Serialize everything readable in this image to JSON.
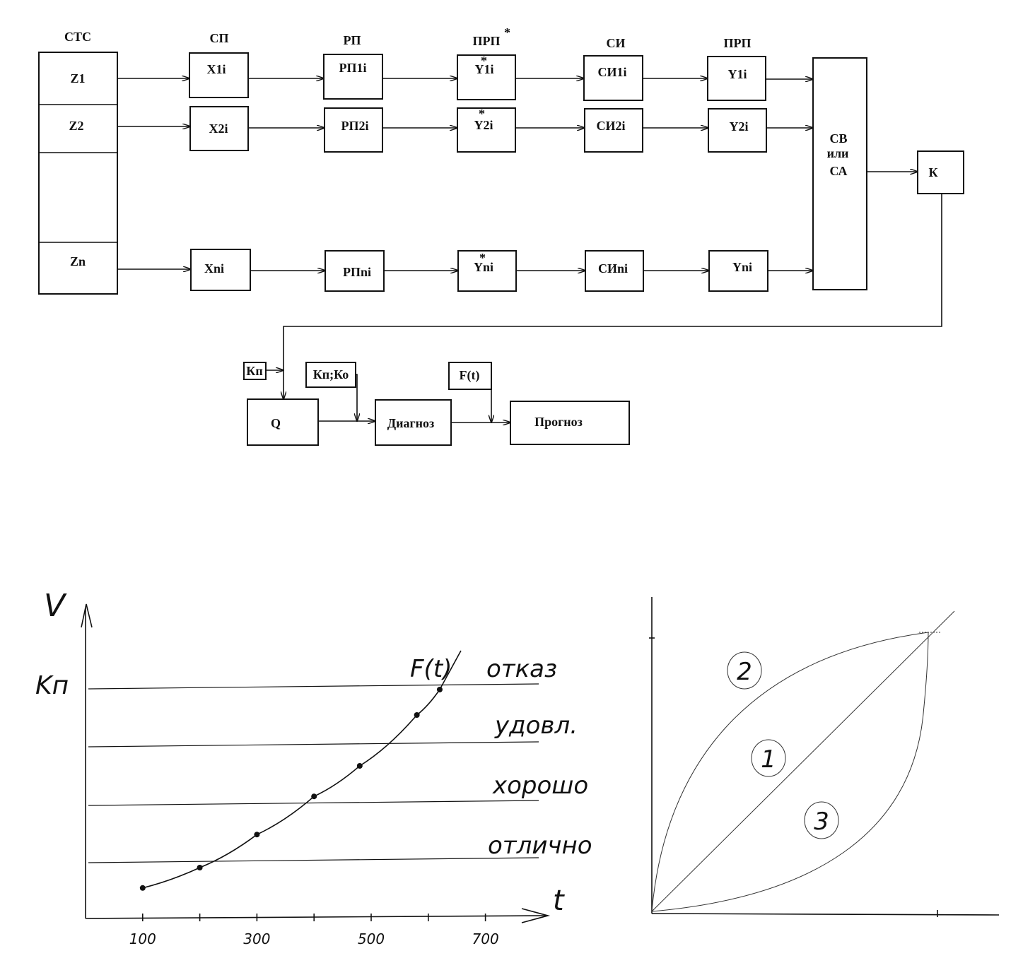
{
  "flow": {
    "headers": {
      "sts": "СТС",
      "sp": "СП",
      "rp": "РП",
      "prp_star": "ПРП",
      "star": "*",
      "si": "СИ",
      "prp": "ПРП"
    },
    "z": [
      "Z1",
      "Z2",
      "Zn"
    ],
    "x": [
      "X1i",
      "X2i",
      "Xni"
    ],
    "rp": [
      "РП1i",
      "РП2i",
      "РПni"
    ],
    "ystar": [
      "Y1i",
      "Y2i",
      "Yni"
    ],
    "si": [
      "СИ1i",
      "СИ2i",
      "СИni"
    ],
    "y": [
      "Y1i",
      "Y2i",
      "Yni"
    ],
    "sv": [
      "СВ",
      "или",
      "СА"
    ],
    "k": "К",
    "kp": "Кп",
    "kpko": "Кп;Ко",
    "ft": "F(t)",
    "q": "Q",
    "diagnosis": "Диагноз",
    "prognosis": "Прогноз"
  },
  "chart_data": [
    {
      "type": "line",
      "ylabel_top": "V",
      "ylabel_mark": "Kп",
      "xlabel": "t",
      "x_ticks": [
        "100",
        "300",
        "500",
        "700"
      ],
      "series_label": "F(t)",
      "levels": [
        "отказ",
        "удовл.",
        "хорошо",
        "отлично"
      ],
      "series": [
        {
          "x": [
            100,
            200,
            300,
            400,
            480,
            580,
            620
          ],
          "y": [
            0.12,
            0.2,
            0.33,
            0.48,
            0.6,
            0.8,
            0.9
          ]
        }
      ]
    },
    {
      "type": "line",
      "curve_labels": [
        "2",
        "1",
        "3"
      ]
    }
  ]
}
